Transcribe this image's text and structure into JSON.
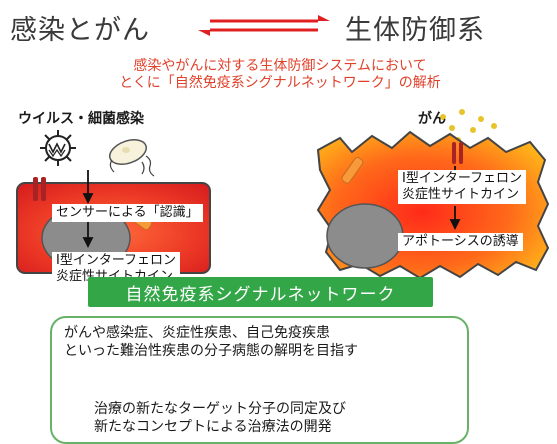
{
  "title": {
    "left": "感染とがん",
    "right": "生体防御系"
  },
  "subtitle": {
    "line1": "感染やがんに対する生体防御システムにおいて",
    "line2": "とくに「自然免疫系シグナルネットワーク」の解析"
  },
  "infection": {
    "heading": "ウイルス・細菌感染",
    "sensor_label": "センサーによる「認識」",
    "output_line1": "I型インターフェロン",
    "output_line2": "炎症性サイトカイン"
  },
  "cancer": {
    "heading": "がん",
    "output_line1": "I型インターフェロン",
    "output_line2": "炎症性サイトカイン",
    "apoptosis": "アポトーシスの誘導"
  },
  "banner": "自然免疫系シグナルネットワーク",
  "goal": {
    "line1": "がんや感染症、炎症性疾患、自己免疫疾患",
    "line2": "といった難治性疾患の分子病態の解明を目指す"
  },
  "result": {
    "line1": "治療の新たなターゲット分子の同定及び",
    "line2": "新たなコンセプトによる治療法の開発"
  },
  "colors": {
    "red_arrow": "#e02020",
    "cell_red": "#e8322a",
    "tumor_orange": "#f07a1e",
    "banner_green": "#33a648",
    "frame_green": "#67b267",
    "down_arrow": "#a9cbe9"
  }
}
